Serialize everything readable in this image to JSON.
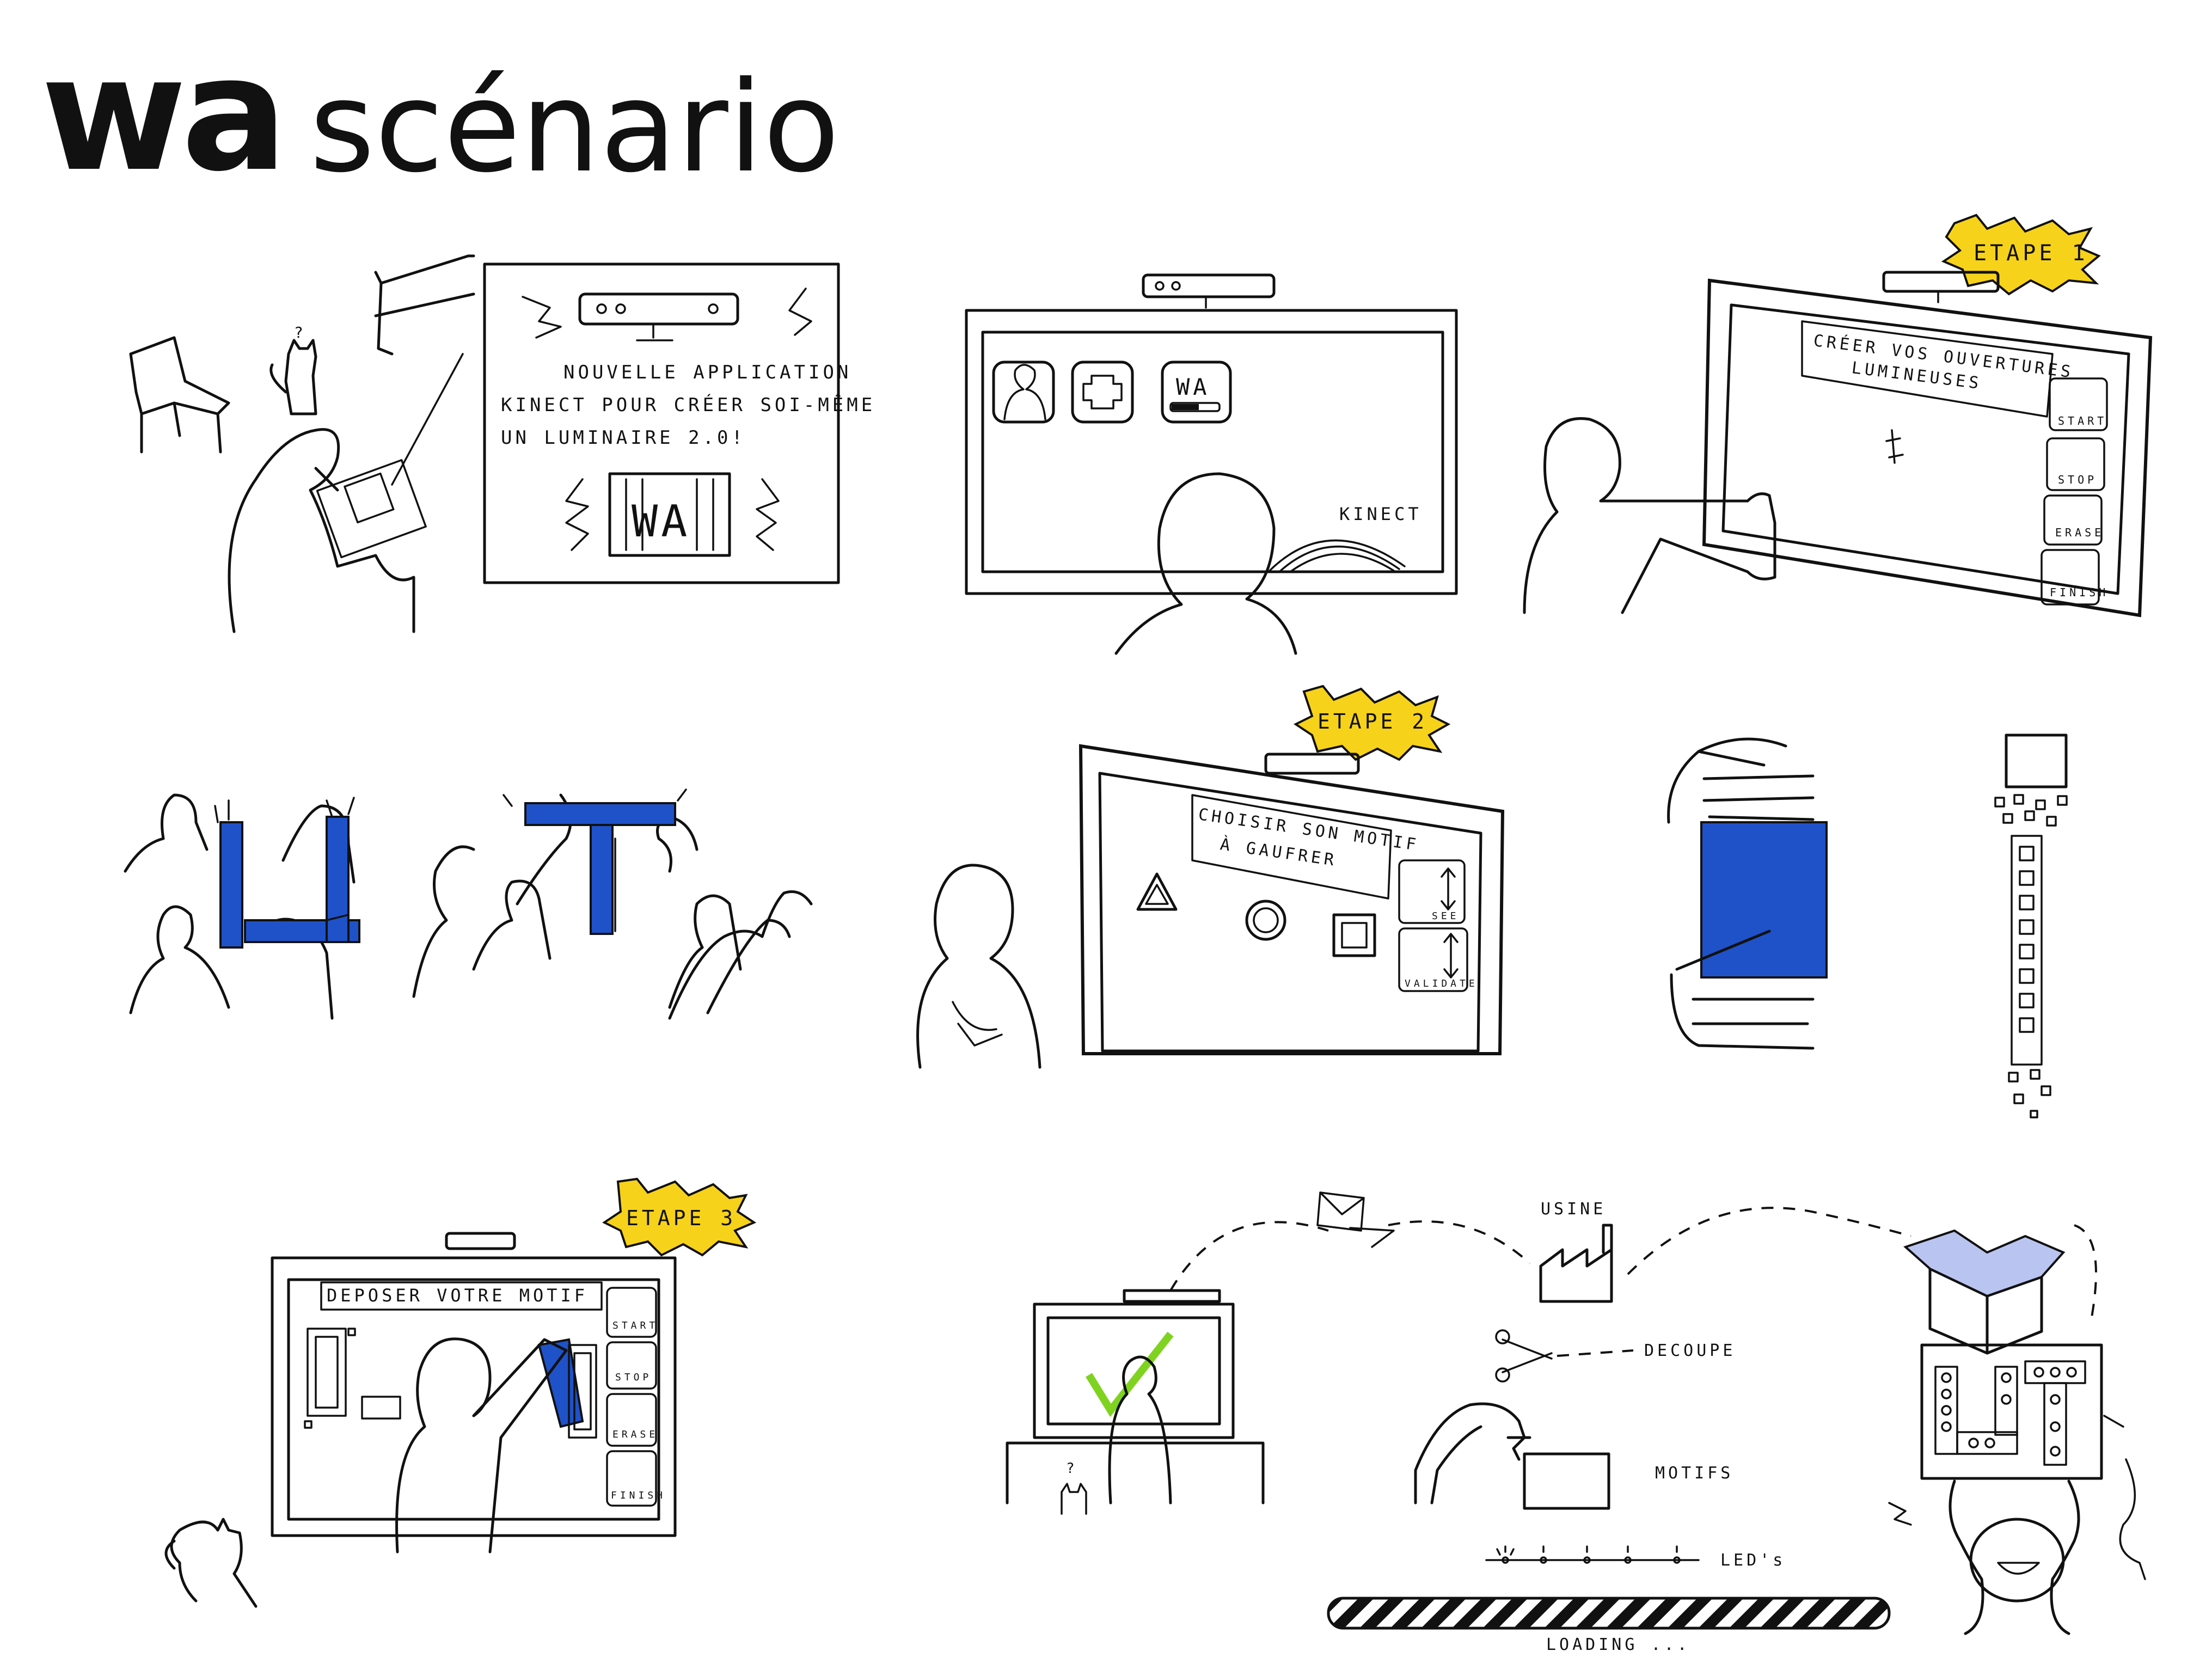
{
  "header": {
    "logo": "wa",
    "title": "scénario"
  },
  "colors": {
    "badge": "#f7d21a",
    "blue": "#1f52c9",
    "ink": "#111111",
    "highlight": "#7fd320"
  },
  "panel1": {
    "line1": "NOUVELLE APPLICATION",
    "line2": "KINECT POUR CRÉER SOI-MÊME",
    "line3": "UN LUMINAIRE 2.0!",
    "box_text": "WA",
    "cat_mark": "?"
  },
  "panel2": {
    "tile_wa": "WA",
    "kinect": "KINECT"
  },
  "panel3": {
    "badge": "ETAPE 1",
    "title_line1": "CRÉER VOS OUVERTURES",
    "title_line2": "LUMINEUSES",
    "buttons": [
      "START",
      "STOP",
      "ERASE",
      "FINISH"
    ]
  },
  "panel5": {
    "badge": "ETAPE 2",
    "title_line1": "CHOISIR SON MOTIF",
    "title_line2": "À GAUFRER",
    "buttons": [
      "SEE",
      "VALIDATE"
    ]
  },
  "panel6": {
    "badge": "ETAPE 3",
    "title": "DEPOSER VOTRE MOTIF",
    "buttons": [
      "START",
      "STOP",
      "ERASE",
      "FINISH"
    ]
  },
  "panel7": {
    "usine": "USINE",
    "decoupe": "DECOUPE",
    "motifs": "MOTIFS",
    "leds": "LED's",
    "loading": "LOADING ...",
    "cat_mark": "?"
  }
}
